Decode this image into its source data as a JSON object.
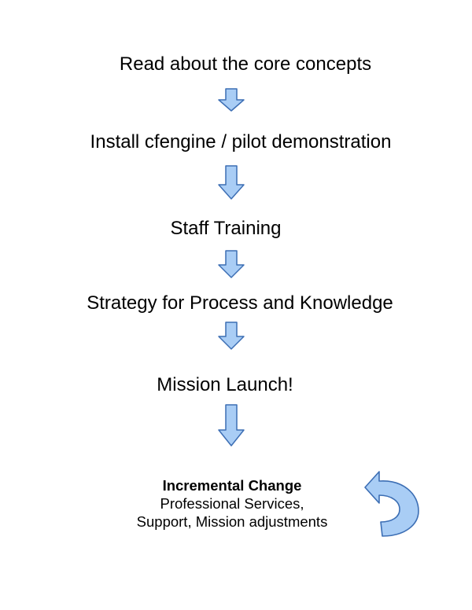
{
  "flow": {
    "steps": [
      "Read about the core concepts",
      "Install cfengine / pilot demonstration",
      "Staff Training",
      "Strategy for Process and Knowledge",
      "Mission Launch!"
    ],
    "arrow_icon": "down-arrow-icon",
    "arrow_color": "#a9cdf5",
    "arrow_stroke": "#3c6eb4"
  },
  "final_stage": {
    "title": "Incremental Change",
    "line1": "Professional Services,",
    "line2": "Support, Mission adjustments",
    "icon": "cycle-arrow-icon"
  }
}
